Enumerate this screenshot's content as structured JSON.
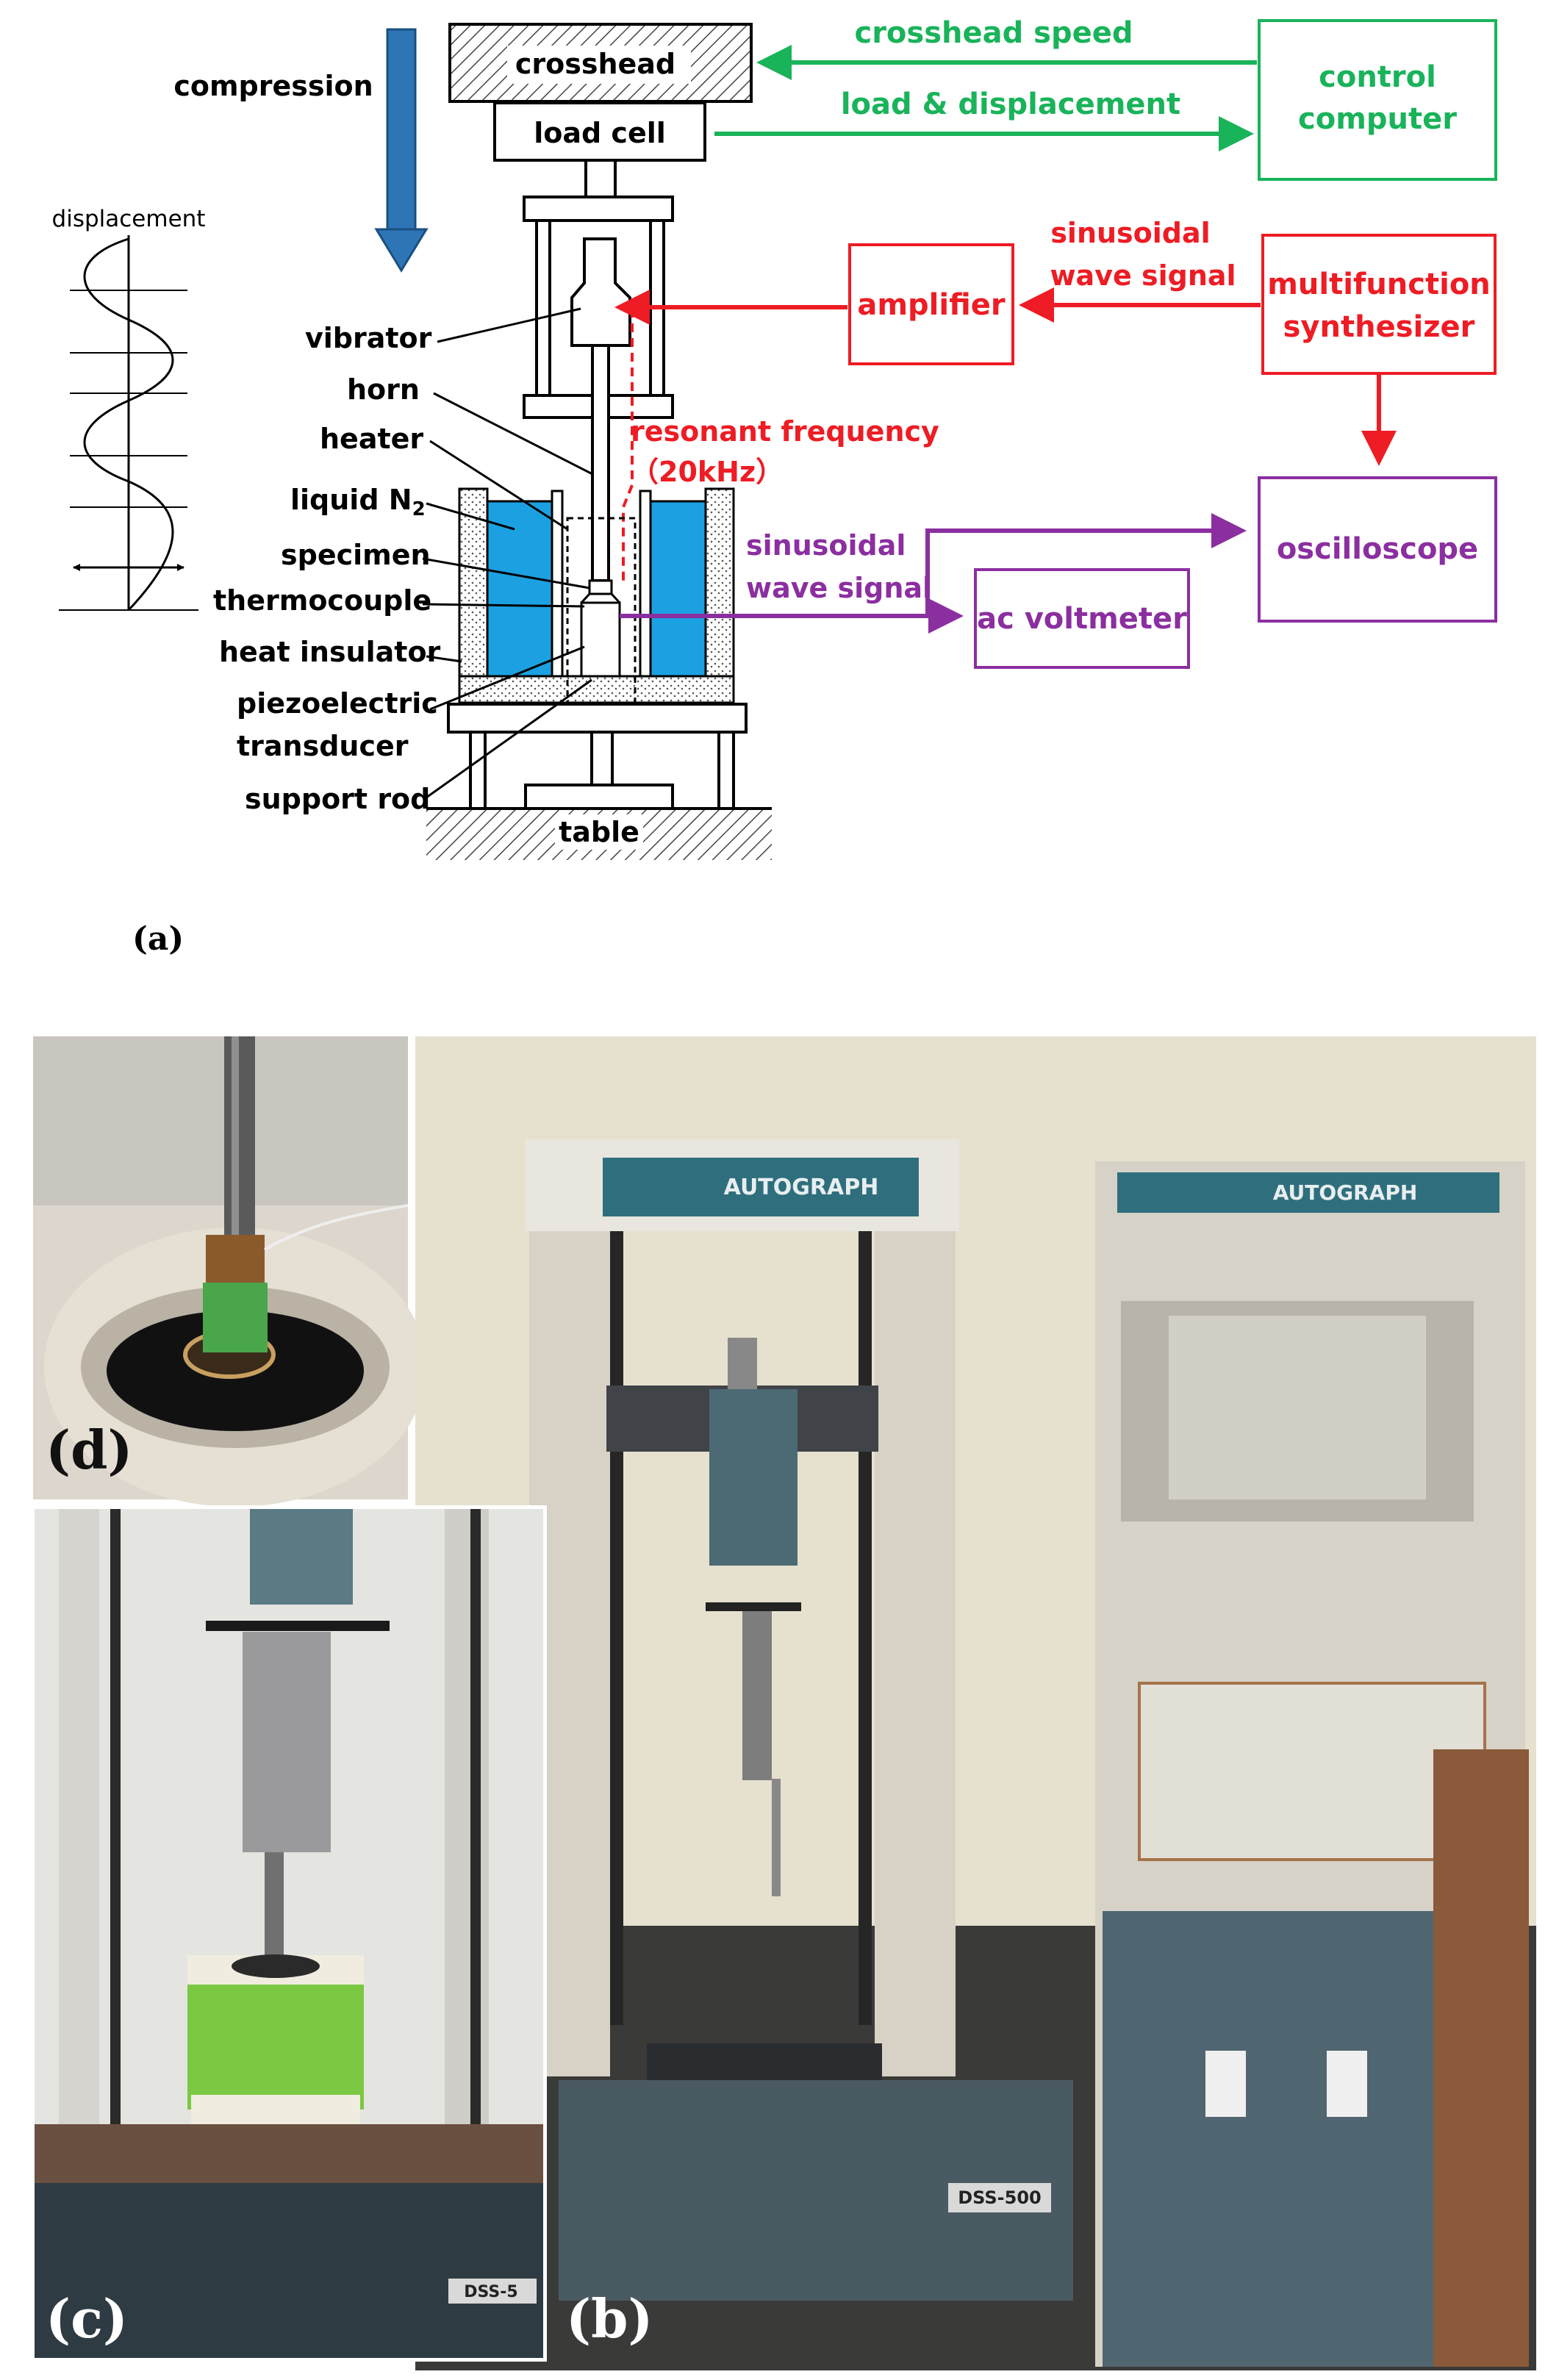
{
  "figure_a": {
    "panel_label": "(a)",
    "labels": {
      "crosshead": "crosshead",
      "load_cell": "load cell",
      "compression": "compression",
      "displacement": "displacement",
      "vibrator": "vibrator",
      "horn": "horn",
      "heater": "heater",
      "liquid_n2": "liquid N",
      "liquid_n2_sub": "2",
      "specimen": "specimen",
      "thermocouple": "thermocouple",
      "heat_insulator": "heat insulator",
      "piezo_line1": "piezoelectric",
      "piezo_line2": "transducer",
      "support_rod": "support rod",
      "table": "table"
    },
    "boxes": {
      "control_line1": "control",
      "control_line2": "computer",
      "amplifier": "amplifier",
      "synth_line1": "multifunction",
      "synth_line2": "synthesizer",
      "oscilloscope": "oscilloscope",
      "ac_voltmeter": "ac voltmeter"
    },
    "signals": {
      "crosshead_speed": "crosshead speed",
      "load_displacement": "load & displacement",
      "sine_red_line1": "sinusoidal",
      "sine_red_line2": "wave signal",
      "resonant_line1": "resonant frequency",
      "resonant_line2": "（20kHz）",
      "sine_purple_line1": "sinusoidal",
      "sine_purple_line2": "wave signal"
    },
    "colors": {
      "green": "#19b35a",
      "red": "#ee1c24",
      "purple": "#8b2fa0",
      "blue_arrow": "#2e75b6",
      "n2_blue": "#1ba1e2"
    }
  },
  "photos": {
    "panel_b": {
      "label": "(b)",
      "autograph_left": "AUTOGRAPH",
      "autograph_right": "AUTOGRAPH",
      "plate": "DSS-500"
    },
    "panel_c": {
      "label": "(c)",
      "plate": "DSS-5"
    },
    "panel_d": {
      "label": "(d)"
    }
  }
}
